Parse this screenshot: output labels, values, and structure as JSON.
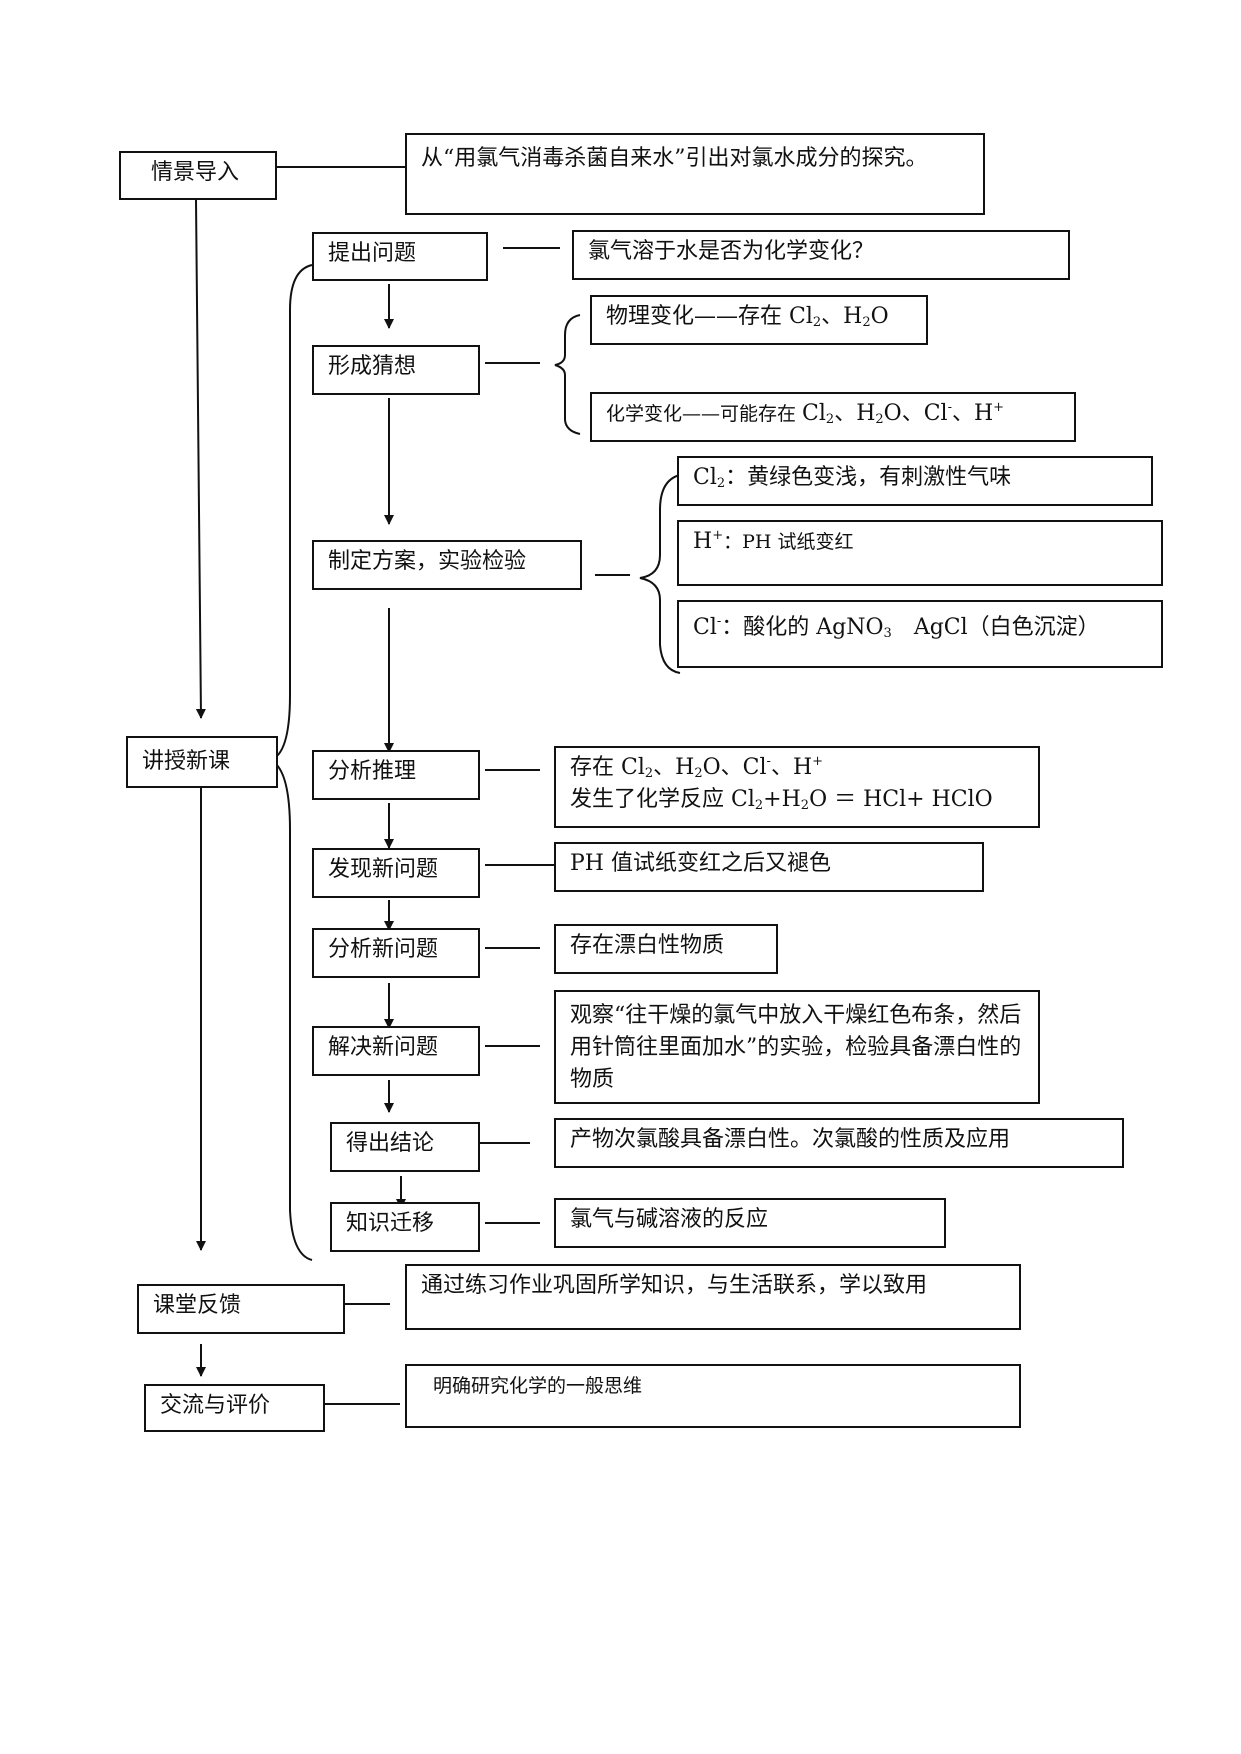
{
  "stages": {
    "intro": "情景导入",
    "lecture": "讲授新课",
    "feedback": "课堂反馈",
    "exchange": "交流与评价"
  },
  "steps": {
    "ask": "提出问题",
    "hypothesis": "形成猜想",
    "plan": "制定方案，实验检验",
    "analysis": "分析推理",
    "find_problem": "发现新问题",
    "analyze_problem": "分析新问题",
    "solve_problem": "解决新问题",
    "conclusion": "得出结论",
    "transfer": "知识迁移"
  },
  "notes": {
    "intro_note": "从“用氯气消毒杀菌自来水”引出对氯水成分的探究。",
    "ask_note": "氯气溶于水是否为化学变化？",
    "physical_a": "物理变化——存在 Cl",
    "physical_b": "2",
    "physical_c": "、H",
    "physical_d": "2",
    "physical_e": "O",
    "chemical_a": "化学变化——可能存在 ",
    "chemical_b": "Cl",
    "chemical_c": "2",
    "chemical_d": "、H",
    "chemical_e": "2",
    "chemical_f": "O、Cl",
    "chemical_g": "-",
    "chemical_h": "、H",
    "chemical_i": "+",
    "cl2_a": "Cl",
    "cl2_b": "2",
    "cl2_c": "：黄绿色变浅，有刺激性气味",
    "h_a": "H",
    "h_b": "+",
    "h_c": "：PH 试纸变红",
    "cl_a": "Cl",
    "cl_b": "-",
    "cl_c": "：酸化的 AgNO",
    "cl_d": "3",
    "cl_e": "　AgCl（白色沉淀）",
    "analysis_1a": "存在 Cl",
    "analysis_1b": "2",
    "analysis_1c": "、H",
    "analysis_1d": "2",
    "analysis_1e": "O、Cl",
    "analysis_1f": "-",
    "analysis_1g": "、H",
    "analysis_1h": "+",
    "analysis_2a": "发生了化学反应 Cl",
    "analysis_2b": "2",
    "analysis_2c": "+H",
    "analysis_2d": "2",
    "analysis_2e": "O ＝ HCl+ HClO",
    "find_problem_note": "PH 值试纸变红之后又褪色",
    "analyze_problem_note": "存在漂白性物质",
    "solve_problem_note": "观察“往干燥的氯气中放入干燥红色布条，然后用针筒往里面加水”的实验，检验具备漂白性的物质",
    "conclusion_note": "产物次氯酸具备漂白性。次氯酸的性质及应用",
    "transfer_note": "氯气与碱溶液的反应",
    "feedback_note": "通过练习作业巩固所学知识，与生活联系，学以致用",
    "exchange_note": "明确研究化学的一般思维"
  }
}
